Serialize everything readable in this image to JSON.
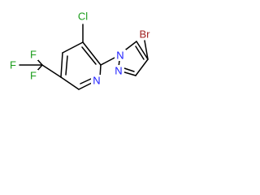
{
  "diagram": {
    "type": "chemical-structure",
    "atoms": [
      {
        "id": "N_pyr",
        "symbol": "N",
        "label": "N",
        "color": "#1a1aff"
      },
      {
        "id": "Cl",
        "symbol": "Cl",
        "label": "Cl",
        "color": "#1a9c1a"
      },
      {
        "id": "N_pz1",
        "symbol": "N",
        "label": "N",
        "color": "#1a1aff"
      },
      {
        "id": "N_pz2",
        "symbol": "N",
        "label": "N",
        "color": "#1a1aff"
      },
      {
        "id": "Br",
        "symbol": "Br",
        "label": "Br",
        "color": "#a02020"
      },
      {
        "id": "F1",
        "symbol": "F",
        "label": "F",
        "color": "#1a9c1a"
      },
      {
        "id": "F2",
        "symbol": "F",
        "label": "F",
        "color": "#1a9c1a"
      },
      {
        "id": "F3",
        "symbol": "F",
        "label": "F",
        "color": "#1a9c1a"
      }
    ],
    "bond_color": "#000000"
  }
}
